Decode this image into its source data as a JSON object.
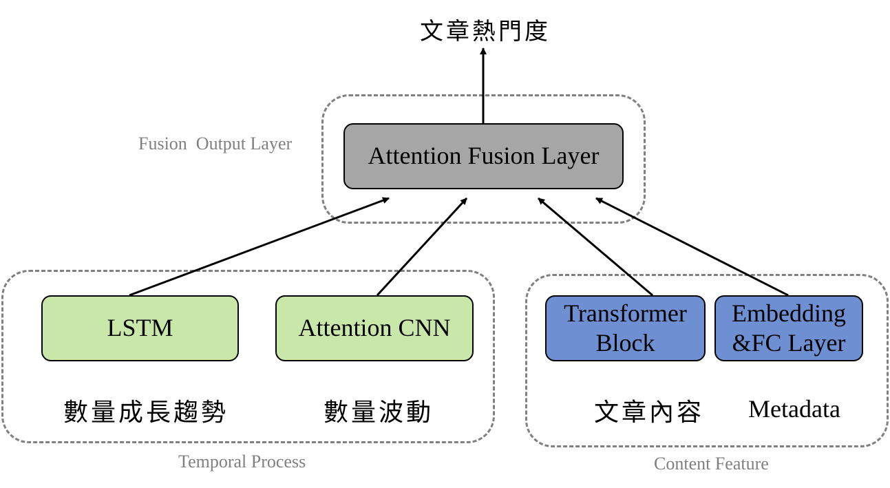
{
  "title": "文章熱門度",
  "colors": {
    "fusion_fill": "#a6a6a6",
    "temporal_fill": "#c9e7a9",
    "content_fill": "#6e8fd1",
    "group_border": "#808080",
    "arrow": "#000000"
  },
  "groups": {
    "fusion": {
      "label": "Fusion  Output Layer"
    },
    "temporal": {
      "label": "Temporal Process"
    },
    "content": {
      "label": "Content Feature"
    }
  },
  "nodes": {
    "attention_fusion": {
      "label": "Attention Fusion Layer"
    },
    "lstm": {
      "label": "LSTM"
    },
    "attention_cnn": {
      "label": "Attention CNN"
    },
    "transformer": {
      "label": "Transformer\nBlock"
    },
    "embedding": {
      "label": "Embedding\n&FC Layer"
    }
  },
  "inputs": {
    "lstm": "數量成長趨勢",
    "attention_cnn": "數量波動",
    "transformer": "文章內容",
    "embedding": "Metadata"
  }
}
